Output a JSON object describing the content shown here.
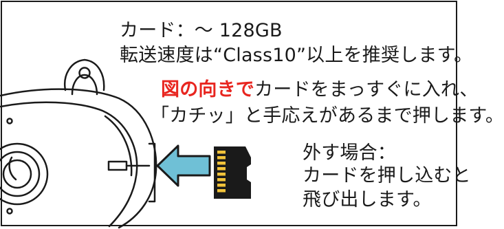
{
  "colors": {
    "highlight": "#e8251f",
    "arrow_fill": "#6fc0d6",
    "outline": "#1a1a1a",
    "card_body": "#1a1a1a",
    "card_contacts": "#f2c33a"
  },
  "icons": [
    "camera-body-icon",
    "insert-arrow-icon",
    "microsd-card-icon"
  ],
  "spec": {
    "line1": "カード：～ 128GB",
    "line2": "転送速度は“Class10”以上を推奨します。"
  },
  "instruction": {
    "line1_highlight": "図の向きで",
    "line1_rest": "カードをまっすぐに入れ、",
    "line2": "「カチッ」と手応えがあるまで押します。"
  },
  "removal": {
    "line1": "外す場合：",
    "line2": "カードを押し込むと",
    "line3": "飛び出します。"
  }
}
